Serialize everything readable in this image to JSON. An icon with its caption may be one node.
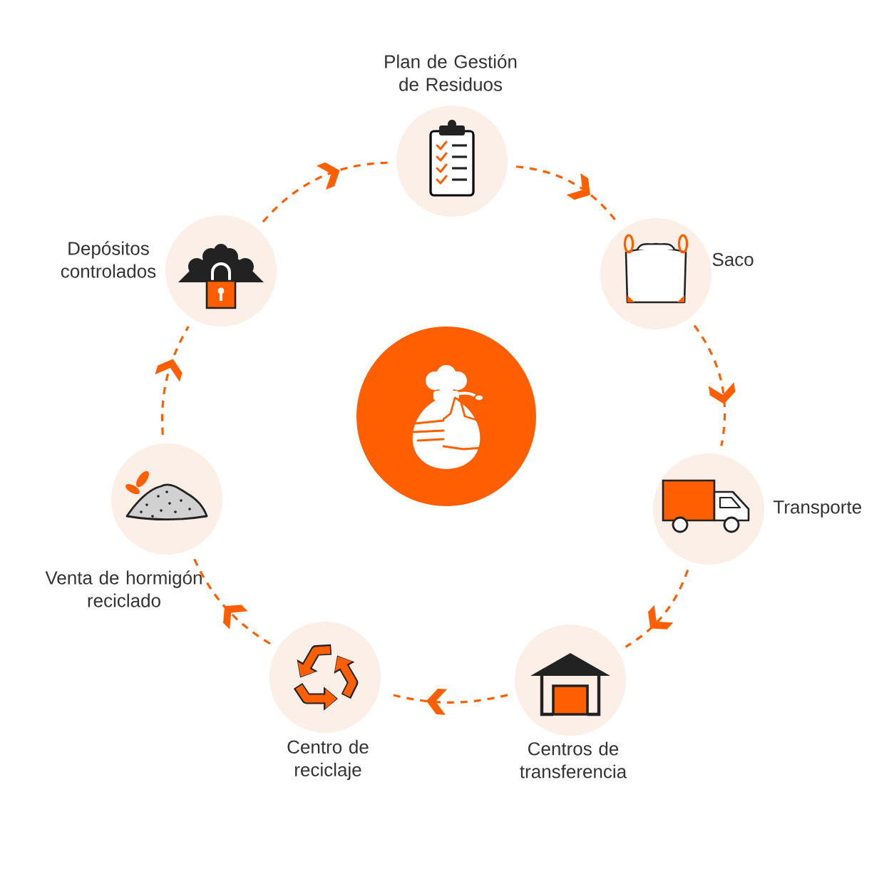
{
  "diagram": {
    "nodes": [
      {
        "text": [
          "Plan de Gestión de Residuos"
        ]
      },
      {
        "text": [
          "Saco"
        ]
      },
      {
        "text": [
          "Transporte"
        ]
      },
      {
        "text": [
          "Centros de transferencia"
        ]
      },
      {
        "text": [
          "Centro de reciclaje"
        ]
      },
      {
        "text": [
          "Venta de hormigón reciclado"
        ]
      },
      {
        "text": [
          "Depósitos controlados"
        ]
      }
    ],
    "edges": [
      {
        "from": 0,
        "to": 1,
        "arrow": "to",
        "style": "dashed"
      },
      {
        "from": 1,
        "to": 2,
        "arrow": "to",
        "style": "dashed"
      },
      {
        "from": 2,
        "to": 3,
        "arrow": "to",
        "style": "dashed"
      },
      {
        "from": 3,
        "to": 4,
        "arrow": "to",
        "style": "dashed"
      },
      {
        "from": 4,
        "to": 5,
        "arrow": "to",
        "style": "dashed"
      },
      {
        "from": 5,
        "to": 6,
        "arrow": "to",
        "style": "dashed"
      },
      {
        "from": 6,
        "to": 0,
        "arrow": "to",
        "style": "dashed"
      }
    ]
  }
}
